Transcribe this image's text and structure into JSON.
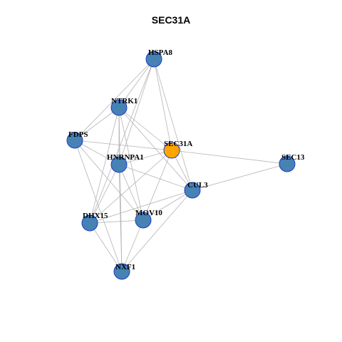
{
  "title": "SEC31A",
  "colors": {
    "node_default": "#4682b4",
    "node_center": "#ffa500",
    "node_border": "#1e3cc8",
    "edge": "#b4b4b4"
  },
  "nodes": [
    {
      "id": "HSPA8",
      "label": "HSPA8",
      "center": false
    },
    {
      "id": "NTRK1",
      "label": "NTRK1",
      "center": false
    },
    {
      "id": "FDPS",
      "label": "FDPS",
      "center": false
    },
    {
      "id": "SEC31A",
      "label": "SEC31A",
      "center": true
    },
    {
      "id": "HNRNPA1",
      "label": "HNRNPA1",
      "center": false
    },
    {
      "id": "SEC13",
      "label": "SEC13",
      "center": false
    },
    {
      "id": "CUL3",
      "label": "CUL3",
      "center": false
    },
    {
      "id": "DHX15",
      "label": "DHX15",
      "center": false
    },
    {
      "id": "MOV10",
      "label": "MOV10",
      "center": false
    },
    {
      "id": "NXF1",
      "label": "NXF1",
      "center": false
    }
  ],
  "edges": [
    [
      "HSPA8",
      "NTRK1"
    ],
    [
      "HSPA8",
      "FDPS"
    ],
    [
      "HSPA8",
      "HNRNPA1"
    ],
    [
      "HSPA8",
      "SEC31A"
    ],
    [
      "HSPA8",
      "CUL3"
    ],
    [
      "HSPA8",
      "DHX15"
    ],
    [
      "NTRK1",
      "FDPS"
    ],
    [
      "NTRK1",
      "HNRNPA1"
    ],
    [
      "NTRK1",
      "SEC31A"
    ],
    [
      "NTRK1",
      "CUL3"
    ],
    [
      "NTRK1",
      "MOV10"
    ],
    [
      "NTRK1",
      "DHX15"
    ],
    [
      "NTRK1",
      "NXF1"
    ],
    [
      "FDPS",
      "SEC31A"
    ],
    [
      "FDPS",
      "HNRNPA1"
    ],
    [
      "FDPS",
      "MOV10"
    ],
    [
      "FDPS",
      "NXF1"
    ],
    [
      "SEC31A",
      "SEC13"
    ],
    [
      "SEC31A",
      "HNRNPA1"
    ],
    [
      "SEC31A",
      "CUL3"
    ],
    [
      "SEC31A",
      "DHX15"
    ],
    [
      "SEC31A",
      "MOV10"
    ],
    [
      "HNRNPA1",
      "CUL3"
    ],
    [
      "HNRNPA1",
      "DHX15"
    ],
    [
      "HNRNPA1",
      "MOV10"
    ],
    [
      "HNRNPA1",
      "NXF1"
    ],
    [
      "SEC13",
      "CUL3"
    ],
    [
      "CUL3",
      "DHX15"
    ],
    [
      "CUL3",
      "MOV10"
    ],
    [
      "CUL3",
      "NXF1"
    ],
    [
      "DHX15",
      "MOV10"
    ],
    [
      "DHX15",
      "NXF1"
    ],
    [
      "MOV10",
      "NXF1"
    ]
  ]
}
